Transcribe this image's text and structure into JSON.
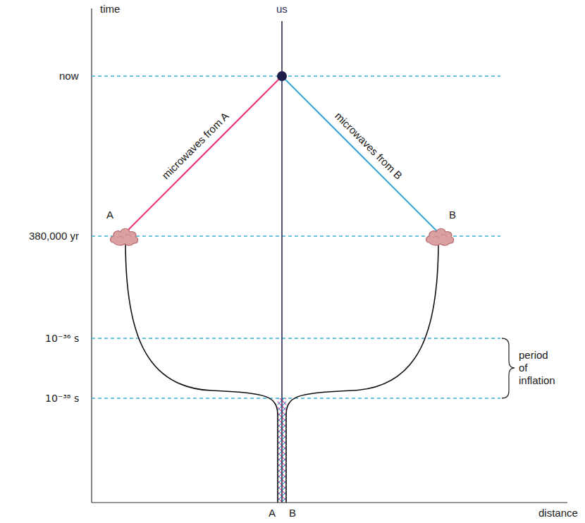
{
  "diagram": {
    "nodes": [
      {
        "text": [
          "A"
        ]
      },
      {
        "text": [
          "B"
        ]
      }
    ],
    "labels": [
      "time",
      "us",
      "now",
      "380,000 yr",
      "10⁻³⁶ s",
      "10⁻³⁸ s",
      "period of inflation",
      "microwaves from A",
      "microwaves from B",
      "A",
      "B",
      "distance"
    ]
  }
}
